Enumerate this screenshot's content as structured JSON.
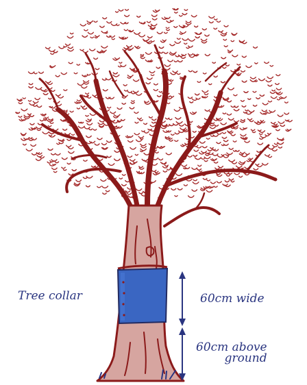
{
  "labels": {
    "collar": "Tree collar",
    "width": "60cm wide",
    "height_line1": "60cm above",
    "height_line2": "ground"
  },
  "colors": {
    "tree": "#8b1a1a",
    "collar_fill": "#3a66c2",
    "text_and_arrows": "#2a3580"
  }
}
